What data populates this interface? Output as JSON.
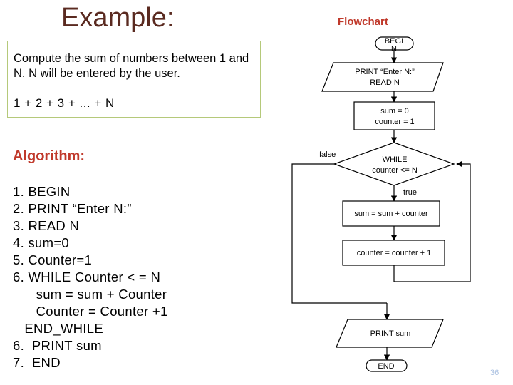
{
  "slide": {
    "title": "Example:",
    "flowchart_title": "Flowchart",
    "problem": "Compute the sum of numbers between 1 and N. N will be entered by the user.",
    "formula": "1 + 2 + 3 + ... + N",
    "algorithm_title": "Algorithm:",
    "algorithm_steps": [
      "1. BEGIN",
      "2. PRINT “Enter N:”",
      "3. READ N",
      "4. sum=0",
      "5. Counter=1",
      "6. WHILE Counter < = N",
      "      sum = sum + Counter",
      "      Counter = Counter +1",
      "   END_WHILE",
      "6.  PRINT sum",
      "7.  END"
    ],
    "page_number": "36"
  },
  "flowchart": {
    "begin_line1": "BEGI",
    "begin_line2": "N",
    "io_line1": "PRINT “Enter N:”",
    "io_line2": "READ N",
    "init_line1": "sum = 0",
    "init_line2": "counter = 1",
    "while_line1": "WHILE",
    "while_line2": "counter <= N",
    "false_label": "false",
    "true_label": "true",
    "body1": "sum = sum + counter",
    "body2": "counter = counter + 1",
    "print_label": "PRINT sum",
    "end_label": "END"
  },
  "colors": {
    "title": "#5a2a20",
    "accent_red": "#c0392b",
    "box_border": "#b5c97a",
    "page_number": "#a8bfe0"
  }
}
